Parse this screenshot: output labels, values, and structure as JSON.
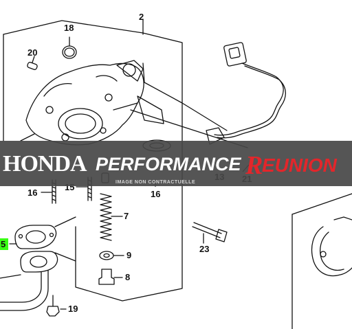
{
  "diagram": {
    "callouts": {
      "c2": "2",
      "c18": "18",
      "c20": "20",
      "c13": "13",
      "c21": "21",
      "c15": "15",
      "c16": "16",
      "c16b": "16",
      "c7": "7",
      "c9": "9",
      "c8": "8",
      "c19": "19",
      "c23": "23",
      "c5": "5"
    }
  },
  "watermark": {
    "brand_honda": "HONDA",
    "brand_performance": "PERFORMANCE",
    "brand_re": "R",
    "brand_union": "EUNION",
    "disclaimer": "IMAGE NON CONTRACTUELLE"
  },
  "colors": {
    "banner": "#464646",
    "brand_red": "#e3262b",
    "highlight": "#39ff14"
  }
}
